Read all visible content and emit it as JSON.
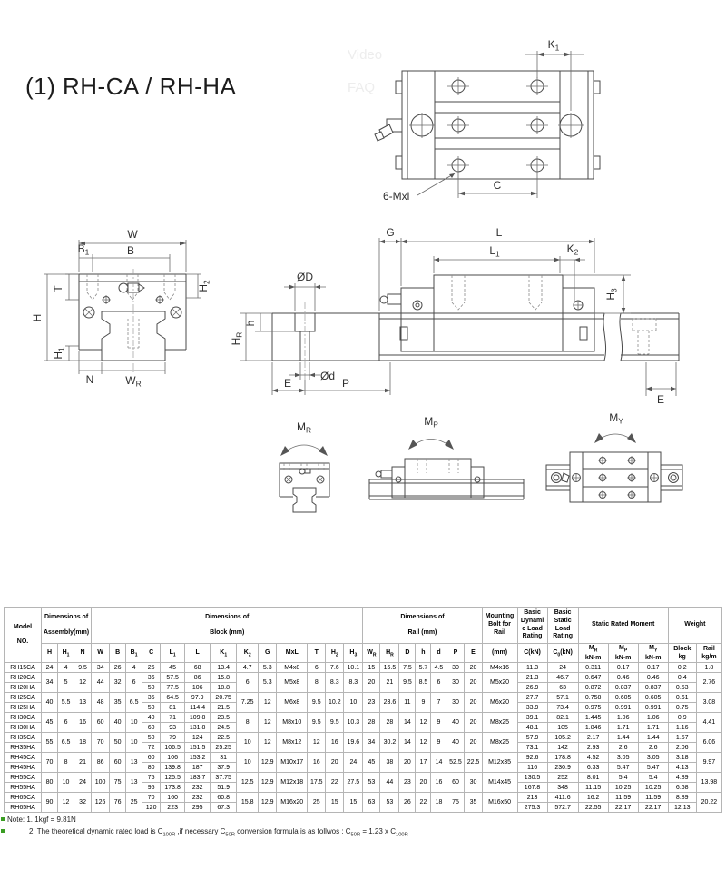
{
  "title": "(1) RH-CA / RH-HA",
  "overlay": {
    "video": "Video",
    "faq": "FAQ"
  },
  "dims": {
    "K1": [
      {
        "t": "K"
      },
      {
        "t": "1",
        "sub": 1
      }
    ],
    "K2": [
      {
        "t": "K"
      },
      {
        "t": "2",
        "sub": 1
      }
    ],
    "C": [
      {
        "t": "C"
      }
    ],
    "mxl": [
      {
        "t": "6-Mxl"
      }
    ],
    "W": [
      {
        "t": "W"
      }
    ],
    "B": [
      {
        "t": "B"
      }
    ],
    "B1": [
      {
        "t": "B"
      },
      {
        "t": "1",
        "sub": 1
      }
    ],
    "T": [
      {
        "t": "T"
      }
    ],
    "H": [
      {
        "t": "H"
      }
    ],
    "H1": [
      {
        "t": "H"
      },
      {
        "t": "1",
        "sub": 1
      }
    ],
    "H2": [
      {
        "t": "H"
      },
      {
        "t": "2",
        "sub": 1
      }
    ],
    "H3": [
      {
        "t": "H"
      },
      {
        "t": "3",
        "sub": 1
      }
    ],
    "N": [
      {
        "t": "N"
      }
    ],
    "WR": [
      {
        "t": "W"
      },
      {
        "t": "R",
        "sub": 1
      }
    ],
    "HR": [
      {
        "t": "H"
      },
      {
        "t": "R",
        "sub": 1
      }
    ],
    "h": [
      {
        "t": "h"
      }
    ],
    "OD": [
      {
        "t": "ØD"
      }
    ],
    "Od": [
      {
        "t": "Ød"
      }
    ],
    "E": [
      {
        "t": "E"
      }
    ],
    "P": [
      {
        "t": "P"
      }
    ],
    "G": [
      {
        "t": "G"
      }
    ],
    "L": [
      {
        "t": "L"
      }
    ],
    "L1": [
      {
        "t": "L"
      },
      {
        "t": "1",
        "sub": 1
      }
    ],
    "MR": [
      {
        "t": "M"
      },
      {
        "t": "R",
        "sub": 1
      }
    ],
    "MP": [
      {
        "t": "M"
      },
      {
        "t": "P",
        "sub": 1
      }
    ],
    "MY": [
      {
        "t": "M"
      },
      {
        "t": "Y",
        "sub": 1
      }
    ]
  },
  "table": {
    "header_groups": [
      {
        "label": [
          {
            "t": "Model"
          },
          {
            "br": 1
          },
          {
            "t": "NO."
          }
        ],
        "colspan": 1,
        "rowspan": 2
      },
      {
        "label": [
          {
            "t": "Dimensions of"
          },
          {
            "br": 1
          },
          {
            "t": "Assembly(mm)"
          }
        ],
        "colspan": 3,
        "rowspan": 1
      },
      {
        "label": [
          {
            "t": "Dimensions of"
          },
          {
            "br": 1
          },
          {
            "t": "Block (mm)"
          }
        ],
        "colspan": 13,
        "rowspan": 1
      },
      {
        "label": [
          {
            "t": "Dimensions of"
          },
          {
            "br": 1
          },
          {
            "t": "Rail (mm)"
          }
        ],
        "colspan": 7,
        "rowspan": 1
      },
      {
        "label": [
          {
            "t": "Mounting"
          },
          {
            "br": 1
          },
          {
            "t": "Bolt for"
          },
          {
            "br": 1
          },
          {
            "t": "Rail"
          }
        ],
        "colspan": 1,
        "rowspan": 1
      },
      {
        "label": [
          {
            "t": "Basic"
          },
          {
            "br": 1
          },
          {
            "t": "Dynami"
          },
          {
            "br": 1
          },
          {
            "t": "c Load"
          },
          {
            "br": 1
          },
          {
            "t": "Rating"
          }
        ],
        "colspan": 1,
        "rowspan": 1
      },
      {
        "label": [
          {
            "t": "Basic"
          },
          {
            "br": 1
          },
          {
            "t": "Static"
          },
          {
            "br": 1
          },
          {
            "t": "Load"
          },
          {
            "br": 1
          },
          {
            "t": "Rating"
          }
        ],
        "colspan": 1,
        "rowspan": 1
      },
      {
        "label": [
          {
            "t": "Static Rated Moment"
          }
        ],
        "colspan": 3,
        "rowspan": 1
      },
      {
        "label": [
          {
            "t": "Weight"
          }
        ],
        "colspan": 2,
        "rowspan": 1
      }
    ],
    "columns": [
      [
        {
          "t": "H"
        }
      ],
      [
        {
          "t": "H"
        },
        {
          "t": "1",
          "sub": 1
        }
      ],
      [
        {
          "t": "N"
        }
      ],
      [
        {
          "t": "W"
        }
      ],
      [
        {
          "t": "B"
        }
      ],
      [
        {
          "t": "B"
        },
        {
          "t": "1",
          "sub": 1
        }
      ],
      [
        {
          "t": "C"
        }
      ],
      [
        {
          "t": "L"
        },
        {
          "t": "1",
          "sub": 1
        }
      ],
      [
        {
          "t": "L"
        }
      ],
      [
        {
          "t": "K"
        },
        {
          "t": "1",
          "sub": 1
        }
      ],
      [
        {
          "t": "K"
        },
        {
          "t": "2",
          "sub": 1
        }
      ],
      [
        {
          "t": "G"
        }
      ],
      [
        {
          "t": "MxL"
        }
      ],
      [
        {
          "t": "T"
        }
      ],
      [
        {
          "t": "H"
        },
        {
          "t": "2",
          "sub": 1
        }
      ],
      [
        {
          "t": "H"
        },
        {
          "t": "3",
          "sub": 1
        }
      ],
      [
        {
          "t": "W"
        },
        {
          "t": "R",
          "sub": 1
        }
      ],
      [
        {
          "t": "H"
        },
        {
          "t": "R",
          "sub": 1
        }
      ],
      [
        {
          "t": "D"
        }
      ],
      [
        {
          "t": "h"
        }
      ],
      [
        {
          "t": "d"
        }
      ],
      [
        {
          "t": "P"
        }
      ],
      [
        {
          "t": "E"
        }
      ],
      [
        {
          "t": "(mm)"
        }
      ],
      [
        {
          "t": "C(kN)"
        }
      ],
      [
        {
          "t": "C"
        },
        {
          "t": "0",
          "sub": 1
        },
        {
          "t": "(kN)"
        }
      ],
      [
        {
          "t": "M"
        },
        {
          "t": "R",
          "sub": 1
        },
        {
          "br": 1
        },
        {
          "t": "kN-m"
        }
      ],
      [
        {
          "t": "M"
        },
        {
          "t": "P",
          "sub": 1
        },
        {
          "br": 1
        },
        {
          "t": "kN-m"
        }
      ],
      [
        {
          "t": "M"
        },
        {
          "t": "Y",
          "sub": 1
        },
        {
          "br": 1
        },
        {
          "t": "kN-m"
        }
      ],
      [
        {
          "t": "Block"
        },
        {
          "br": 1
        },
        {
          "t": "kg"
        }
      ],
      [
        {
          "t": "Rail"
        },
        {
          "br": 1
        },
        {
          "t": "kg/m"
        }
      ]
    ],
    "groups": [
      {
        "s1": [
          "24",
          "4",
          "9.5",
          "34",
          "26",
          "4"
        ],
        "s2": [
          "4.7",
          "5.3",
          "M4x8",
          "6",
          "7.6",
          "10.1"
        ],
        "s3": [
          "15",
          "16.5",
          "7.5",
          "5.7",
          "4.5",
          "30",
          "20"
        ],
        "bolt": "M4x16",
        "railw": "1.8",
        "rows": [
          {
            "model": "RH15CA",
            "b": [
              "26",
              "45",
              "68",
              "13.4"
            ],
            "v": [
              "11.3",
              "24",
              "0.311",
              "0.17",
              "0.17",
              "0.2"
            ]
          }
        ]
      },
      {
        "s1": [
          "34",
          "5",
          "12",
          "44",
          "32",
          "6"
        ],
        "s2": [
          "6",
          "5.3",
          "M5x8",
          "8",
          "8.3",
          "8.3"
        ],
        "s3": [
          "20",
          "21",
          "9.5",
          "8.5",
          "6",
          "30",
          "20"
        ],
        "bolt": "M5x20",
        "railw": "2.76",
        "rows": [
          {
            "model": "RH20CA",
            "b": [
              "36",
              "57.5",
              "86",
              "15.8"
            ],
            "v": [
              "21.3",
              "46.7",
              "0.647",
              "0.46",
              "0.46",
              "0.4"
            ]
          },
          {
            "model": "RH20HA",
            "b": [
              "50",
              "77.5",
              "106",
              "18.8"
            ],
            "v": [
              "26.9",
              "63",
              "0.872",
              "0.837",
              "0.837",
              "0.53"
            ]
          }
        ]
      },
      {
        "s1": [
          "40",
          "5.5",
          "13",
          "48",
          "35",
          "6.5"
        ],
        "s2": [
          "7.25",
          "12",
          "M6x8",
          "9.5",
          "10.2",
          "10"
        ],
        "s3": [
          "23",
          "23.6",
          "11",
          "9",
          "7",
          "30",
          "20"
        ],
        "bolt": "M6x20",
        "railw": "3.08",
        "rows": [
          {
            "model": "RH25CA",
            "b": [
              "35",
              "64.5",
              "97.9",
              "20.75"
            ],
            "v": [
              "27.7",
              "57.1",
              "0.758",
              "0.605",
              "0.605",
              "0.61"
            ]
          },
          {
            "model": "RH25HA",
            "b": [
              "50",
              "81",
              "114.4",
              "21.5"
            ],
            "v": [
              "33.9",
              "73.4",
              "0.975",
              "0.991",
              "0.991",
              "0.75"
            ]
          }
        ]
      },
      {
        "s1": [
          "45",
          "6",
          "16",
          "60",
          "40",
          "10"
        ],
        "s2": [
          "8",
          "12",
          "M8x10",
          "9.5",
          "9.5",
          "10.3"
        ],
        "s3": [
          "28",
          "28",
          "14",
          "12",
          "9",
          "40",
          "20"
        ],
        "bolt": "M8x25",
        "railw": "4.41",
        "rows": [
          {
            "model": "RH30CA",
            "b": [
              "40",
              "71",
              "109.8",
              "23.5"
            ],
            "v": [
              "39.1",
              "82.1",
              "1.445",
              "1.06",
              "1.06",
              "0.9"
            ]
          },
          {
            "model": "RH30HA",
            "b": [
              "60",
              "93",
              "131.8",
              "24.5"
            ],
            "v": [
              "48.1",
              "105",
              "1.846",
              "1.71",
              "1.71",
              "1.16"
            ]
          }
        ]
      },
      {
        "s1": [
          "55",
          "6.5",
          "18",
          "70",
          "50",
          "10"
        ],
        "s2": [
          "10",
          "12",
          "M8x12",
          "12",
          "16",
          "19.6"
        ],
        "s3": [
          "34",
          "30.2",
          "14",
          "12",
          "9",
          "40",
          "20"
        ],
        "bolt": "M8x25",
        "railw": "6.06",
        "rows": [
          {
            "model": "RH35CA",
            "b": [
              "50",
              "79",
              "124",
              "22.5"
            ],
            "v": [
              "57.9",
              "105.2",
              "2.17",
              "1.44",
              "1.44",
              "1.57"
            ]
          },
          {
            "model": "RH35HA",
            "b": [
              "72",
              "106.5",
              "151.5",
              "25.25"
            ],
            "v": [
              "73.1",
              "142",
              "2.93",
              "2.6",
              "2.6",
              "2.06"
            ]
          }
        ]
      },
      {
        "s1": [
          "70",
          "8",
          "21",
          "86",
          "60",
          "13"
        ],
        "s2": [
          "10",
          "12.9",
          "M10x17",
          "16",
          "20",
          "24"
        ],
        "s3": [
          "45",
          "38",
          "20",
          "17",
          "14",
          "52.5",
          "22.5"
        ],
        "bolt": "M12x35",
        "railw": "9.97",
        "rows": [
          {
            "model": "RH45CA",
            "b": [
              "60",
              "106",
              "153.2",
              "31"
            ],
            "v": [
              "92.6",
              "178.8",
              "4.52",
              "3.05",
              "3.05",
              "3.18"
            ]
          },
          {
            "model": "RH45HA",
            "b": [
              "80",
              "139.8",
              "187",
              "37.9"
            ],
            "v": [
              "116",
              "230.9",
              "6.33",
              "5.47",
              "5.47",
              "4.13"
            ]
          }
        ]
      },
      {
        "s1": [
          "80",
          "10",
          "24",
          "100",
          "75",
          "13"
        ],
        "s2": [
          "12.5",
          "12.9",
          "M12x18",
          "17.5",
          "22",
          "27.5"
        ],
        "s3": [
          "53",
          "44",
          "23",
          "20",
          "16",
          "60",
          "30"
        ],
        "bolt": "M14x45",
        "railw": "13.98",
        "rows": [
          {
            "model": "RH55CA",
            "b": [
              "75",
              "125.5",
              "183.7",
              "37.75"
            ],
            "v": [
              "130.5",
              "252",
              "8.01",
              "5.4",
              "5.4",
              "4.89"
            ]
          },
          {
            "model": "RH55HA",
            "b": [
              "95",
              "173.8",
              "232",
              "51.9"
            ],
            "v": [
              "167.8",
              "348",
              "11.15",
              "10.25",
              "10.25",
              "6.68"
            ]
          }
        ]
      },
      {
        "s1": [
          "90",
          "12",
          "32",
          "126",
          "76",
          "25"
        ],
        "s2": [
          "15.8",
          "12.9",
          "M16x20",
          "25",
          "15",
          "15"
        ],
        "s3": [
          "63",
          "53",
          "26",
          "22",
          "18",
          "75",
          "35"
        ],
        "bolt": "M16x50",
        "railw": "20.22",
        "rows": [
          {
            "model": "RH65CA",
            "b": [
              "70",
              "160",
              "232",
              "60.8"
            ],
            "v": [
              "213",
              "411.6",
              "16.2",
              "11.59",
              "11.59",
              "8.89"
            ]
          },
          {
            "model": "RH65HA",
            "b": [
              "120",
              "223",
              "295",
              "67.3"
            ],
            "v": [
              "275.3",
              "572.7",
              "22.55",
              "22.17",
              "22.17",
              "12.13"
            ]
          }
        ]
      }
    ]
  },
  "notes": {
    "note1": "Note: 1. 1kgf = 9.81N",
    "note2": [
      {
        "t": "2. The theoretical dynamic rated load is C"
      },
      {
        "t": "100R",
        "sub": 1
      },
      {
        "t": " ,if necessary C"
      },
      {
        "t": "50R",
        "sub": 1
      },
      {
        "t": " conversion formula is as follwos : C"
      },
      {
        "t": "50R",
        "sub": 1
      },
      {
        "t": " = 1.23 x C"
      },
      {
        "t": "100R",
        "sub": 1
      }
    ]
  }
}
